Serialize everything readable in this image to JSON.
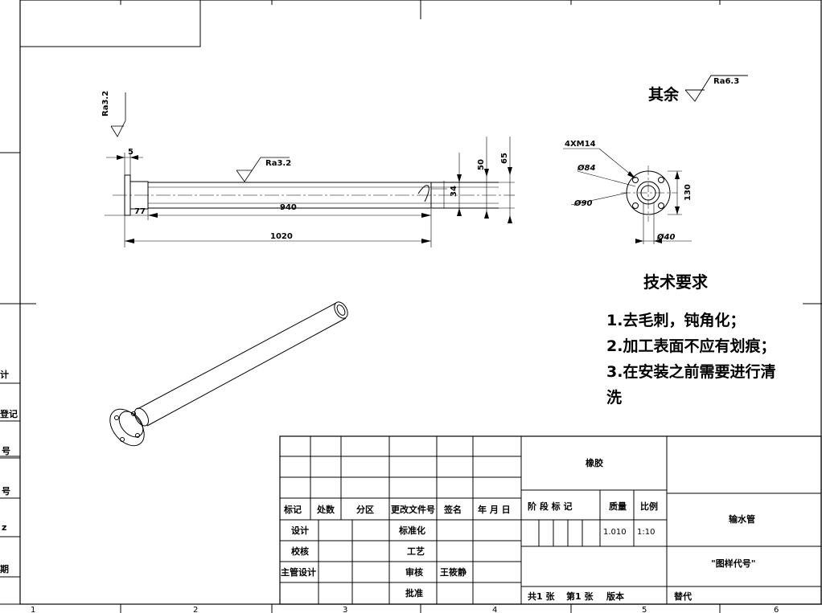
{
  "surface_roughness": {
    "rest_prefix": "其余",
    "rest_value": "Ra6.3",
    "face_value": "Ra3.2",
    "bore_value": "Ra3.2"
  },
  "dimensions": {
    "flange_thickness": "5",
    "shoulder_length": "77",
    "tube_length": "940",
    "overall_length": "1020",
    "tube_od": "50",
    "flange_od_side": "65",
    "bore_dia": "34",
    "holes": "4XM14",
    "pcd": "Ø84",
    "flange_dia": "Ø90",
    "center_dia": "Ø40",
    "height": "130"
  },
  "tech_requirements": {
    "title": "技术要求",
    "items": [
      "1.去毛刺，钝角化；",
      "2.加工表面不应有划痕；",
      "3.在安装之前需要进行清",
      "洗"
    ]
  },
  "left_strip": [
    "计",
    "登记",
    "号",
    "号",
    "z",
    "期"
  ],
  "border_numbers": [
    "1",
    "2",
    "3",
    "4",
    "5",
    "6"
  ],
  "title_block": {
    "hdr_mark": "标记",
    "hdr_count": "处数",
    "hdr_zone": "分区",
    "hdr_doc": "更改文件号",
    "hdr_sign": "签名",
    "hdr_date": "年 月 日",
    "design": "设计",
    "standardize": "标准化",
    "check": "校核",
    "process": "工艺",
    "chief": "主管设计",
    "review": "审核",
    "reviewer": "王筱静",
    "approve": "批准",
    "material": "橡胶",
    "stage": "阶 段 标 记",
    "mass_label": "质量",
    "scale_label": "比例",
    "mass": "1.010",
    "scale": "1:10",
    "part_name": "输水管",
    "drawing_no": "\"图样代号\"",
    "sheets_total": "共1 张",
    "sheet_no": "第1 张",
    "version": "版本",
    "replace": "替代"
  }
}
